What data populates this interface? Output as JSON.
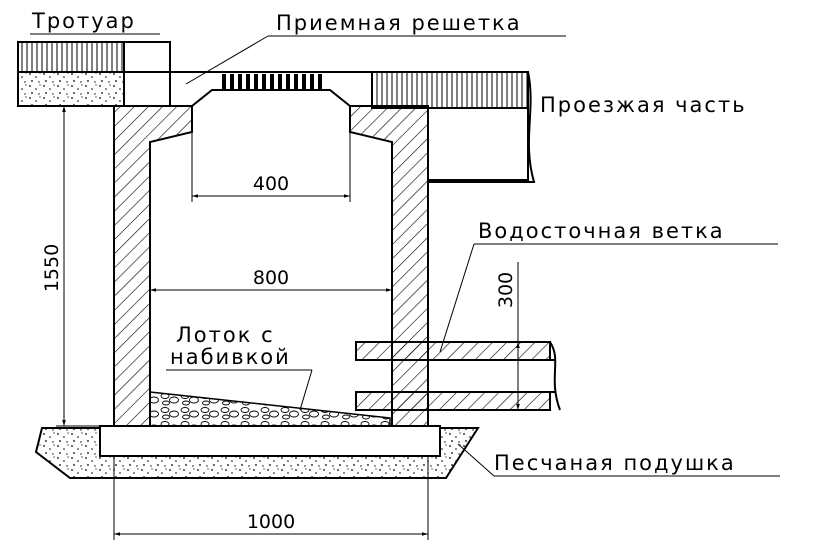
{
  "labels": {
    "sidewalk": "Тротуар",
    "grate": "Приемная решетка",
    "roadway": "Проезжая часть",
    "drain_branch": "Водосточная ветка",
    "tray_line1": "Лоток с",
    "tray_line2": "набивкой",
    "sand_bed": "Песчаная подушка"
  },
  "dimensions": {
    "grate_opening": "400",
    "shaft_inner": "800",
    "base_width": "1000",
    "depth": "1550",
    "pipe_diameter": "300"
  }
}
